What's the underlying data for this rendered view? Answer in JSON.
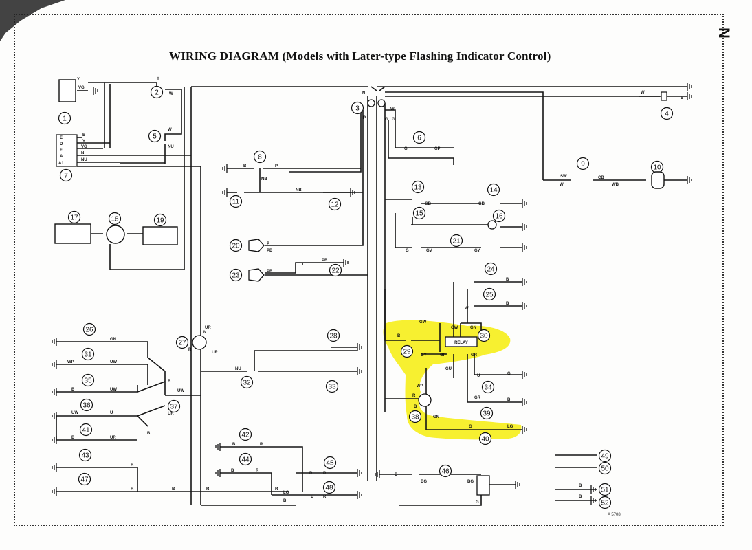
{
  "title": "WIRING DIAGRAM (Models with Later-type Flashing Indicator Control)",
  "side_mark": "N",
  "reference": "A 5708",
  "relay_label": "RELAY",
  "terminal_block": [
    "E",
    "D",
    "F",
    "A",
    "A1"
  ],
  "colors": {
    "highlight": "#f6ee1a",
    "ink": "#151515",
    "paper": "#fdfdfc"
  },
  "components": [
    {
      "id": "1"
    },
    {
      "id": "2"
    },
    {
      "id": "3"
    },
    {
      "id": "4"
    },
    {
      "id": "5"
    },
    {
      "id": "6"
    },
    {
      "id": "7"
    },
    {
      "id": "8"
    },
    {
      "id": "9"
    },
    {
      "id": "10"
    },
    {
      "id": "11"
    },
    {
      "id": "12"
    },
    {
      "id": "13"
    },
    {
      "id": "14"
    },
    {
      "id": "15"
    },
    {
      "id": "16"
    },
    {
      "id": "17"
    },
    {
      "id": "18"
    },
    {
      "id": "19"
    },
    {
      "id": "20"
    },
    {
      "id": "21"
    },
    {
      "id": "22"
    },
    {
      "id": "23"
    },
    {
      "id": "24"
    },
    {
      "id": "25"
    },
    {
      "id": "26"
    },
    {
      "id": "27"
    },
    {
      "id": "28"
    },
    {
      "id": "29"
    },
    {
      "id": "30"
    },
    {
      "id": "31"
    },
    {
      "id": "32"
    },
    {
      "id": "33"
    },
    {
      "id": "34"
    },
    {
      "id": "35"
    },
    {
      "id": "36"
    },
    {
      "id": "37"
    },
    {
      "id": "38"
    },
    {
      "id": "39"
    },
    {
      "id": "40"
    },
    {
      "id": "41"
    },
    {
      "id": "42"
    },
    {
      "id": "43"
    },
    {
      "id": "44"
    },
    {
      "id": "45"
    },
    {
      "id": "46"
    },
    {
      "id": "47"
    },
    {
      "id": "48"
    },
    {
      "id": "49"
    },
    {
      "id": "50"
    },
    {
      "id": "51"
    },
    {
      "id": "52"
    }
  ],
  "wire_labels": [
    {
      "text": "Y"
    },
    {
      "text": "VG"
    },
    {
      "text": "Y"
    },
    {
      "text": "W"
    },
    {
      "text": "W"
    },
    {
      "text": "NU"
    },
    {
      "text": "B"
    },
    {
      "text": "Y"
    },
    {
      "text": "VG"
    },
    {
      "text": "N"
    },
    {
      "text": "NU"
    },
    {
      "text": "N"
    },
    {
      "text": "P"
    },
    {
      "text": "W"
    },
    {
      "text": "G"
    },
    {
      "text": "G"
    },
    {
      "text": "W"
    },
    {
      "text": "B"
    },
    {
      "text": "G"
    },
    {
      "text": "GP"
    },
    {
      "text": "B"
    },
    {
      "text": "P"
    },
    {
      "text": "NB"
    },
    {
      "text": "NB"
    },
    {
      "text": "SW"
    },
    {
      "text": "W"
    },
    {
      "text": "CB"
    },
    {
      "text": "WB"
    },
    {
      "text": "GB"
    },
    {
      "text": "GB"
    },
    {
      "text": "G"
    },
    {
      "text": "GV"
    },
    {
      "text": "GY"
    },
    {
      "text": "P"
    },
    {
      "text": "PB"
    },
    {
      "text": "PB"
    },
    {
      "text": "PB"
    },
    {
      "text": "N"
    },
    {
      "text": "B"
    },
    {
      "text": "W"
    },
    {
      "text": "B"
    },
    {
      "text": "GW"
    },
    {
      "text": "B"
    },
    {
      "text": "GW"
    },
    {
      "text": "GN"
    },
    {
      "text": "GY"
    },
    {
      "text": "GP"
    },
    {
      "text": "GR"
    },
    {
      "text": "GU"
    },
    {
      "text": "GN"
    },
    {
      "text": "WP"
    },
    {
      "text": "UW"
    },
    {
      "text": "B"
    },
    {
      "text": "UW"
    },
    {
      "text": "B"
    },
    {
      "text": "UW"
    },
    {
      "text": "UW"
    },
    {
      "text": "U"
    },
    {
      "text": "B"
    },
    {
      "text": "UR"
    },
    {
      "text": "B"
    },
    {
      "text": "UR"
    },
    {
      "text": "UR"
    },
    {
      "text": "UR"
    },
    {
      "text": "NU"
    },
    {
      "text": "R"
    },
    {
      "text": "R"
    },
    {
      "text": "U"
    },
    {
      "text": "G"
    },
    {
      "text": "GR"
    },
    {
      "text": "B"
    },
    {
      "text": "WP"
    },
    {
      "text": "B"
    },
    {
      "text": "GN"
    },
    {
      "text": "G"
    },
    {
      "text": "LG"
    },
    {
      "text": "LG"
    },
    {
      "text": "B"
    },
    {
      "text": "R"
    },
    {
      "text": "R"
    },
    {
      "text": "B"
    },
    {
      "text": "R"
    },
    {
      "text": "B"
    },
    {
      "text": "R"
    },
    {
      "text": "B"
    },
    {
      "text": "R"
    },
    {
      "text": "B"
    },
    {
      "text": "R"
    },
    {
      "text": "R"
    },
    {
      "text": "R"
    },
    {
      "text": "R"
    },
    {
      "text": "B"
    },
    {
      "text": "BG"
    },
    {
      "text": "BG"
    },
    {
      "text": "G"
    },
    {
      "text": "B"
    },
    {
      "text": "B"
    }
  ]
}
